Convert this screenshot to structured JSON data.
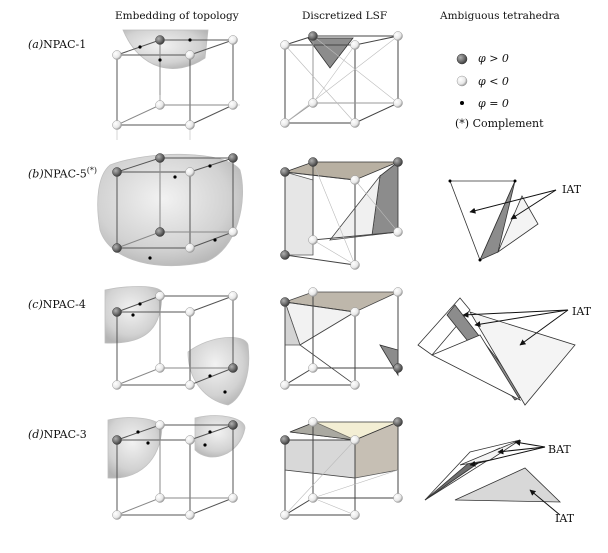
{
  "headers": {
    "embedding": "Embedding of topology",
    "lsf": "Discretized LSF",
    "ambiguous": "Ambiguous tetrahedra"
  },
  "rows": [
    {
      "letter": "(a)",
      "name": "NPAC-1"
    },
    {
      "letter": "(b)",
      "name": "NPAC-5",
      "sup": "(*)"
    },
    {
      "letter": "(c)",
      "name": "NPAC-4"
    },
    {
      "letter": "(d)",
      "name": "NPAC-3"
    }
  ],
  "legend": {
    "positive": "φ > 0",
    "negative": "φ < 0",
    "zero": "φ = 0",
    "complement": "(*) Complement"
  },
  "annotations": {
    "b_iat": "IAT",
    "c_iat": "IAT",
    "d_bat": "BAT",
    "d_iat": "IAT"
  },
  "colors": {
    "positive": "#707070",
    "negative": "#eeeeee",
    "surface": "#d6d6d6",
    "dark_face": "#8c8c8c",
    "tan_face": "#b8b0a2"
  }
}
